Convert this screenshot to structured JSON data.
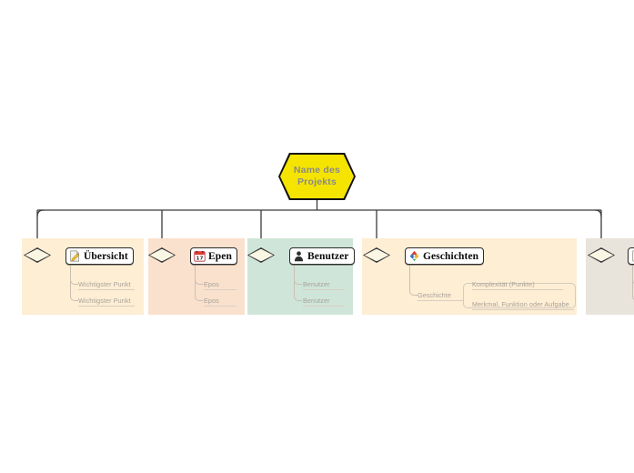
{
  "diagram": {
    "type": "mindmap",
    "language": "de",
    "root": {
      "label_line1": "Name des",
      "label_line2": "Projekts",
      "shape": "hexagon",
      "fill": "#f5e400",
      "stroke": "#000000",
      "text_color": "#8a8a8a"
    },
    "branches": [
      {
        "id": "uebersicht",
        "title": "Übersicht",
        "icon": "note-pencil-icon",
        "panel_color": "#fdeed4",
        "children": [
          {
            "label": "Wichtigster Punkt"
          },
          {
            "label": "Wichtigster Punkt"
          }
        ]
      },
      {
        "id": "epen",
        "title": "Epen",
        "icon": "calendar-icon",
        "panel_color": "#fae1cd",
        "children": [
          {
            "label": "Epos"
          },
          {
            "label": "Epos"
          }
        ]
      },
      {
        "id": "benutzer",
        "title": "Benutzer",
        "icon": "user-icon",
        "panel_color": "#cfe5d9",
        "children": [
          {
            "label": "Benutzer"
          },
          {
            "label": "Benutzer"
          }
        ]
      },
      {
        "id": "geschichten",
        "title": "Geschichten",
        "icon": "color-palette-icon",
        "panel_color": "#fdeed4",
        "children": [
          {
            "label": "Geschichte"
          }
        ],
        "grandchildren": [
          {
            "label": "Komplexität (Punkte)"
          },
          {
            "label": "Merkmal, Funktion oder Aufgabe"
          }
        ]
      },
      {
        "id": "branch-five",
        "title": "",
        "icon": "list-icon",
        "panel_color": "#e8e4dc",
        "children": []
      }
    ]
  },
  "calendar_icon": {
    "day": "17"
  }
}
